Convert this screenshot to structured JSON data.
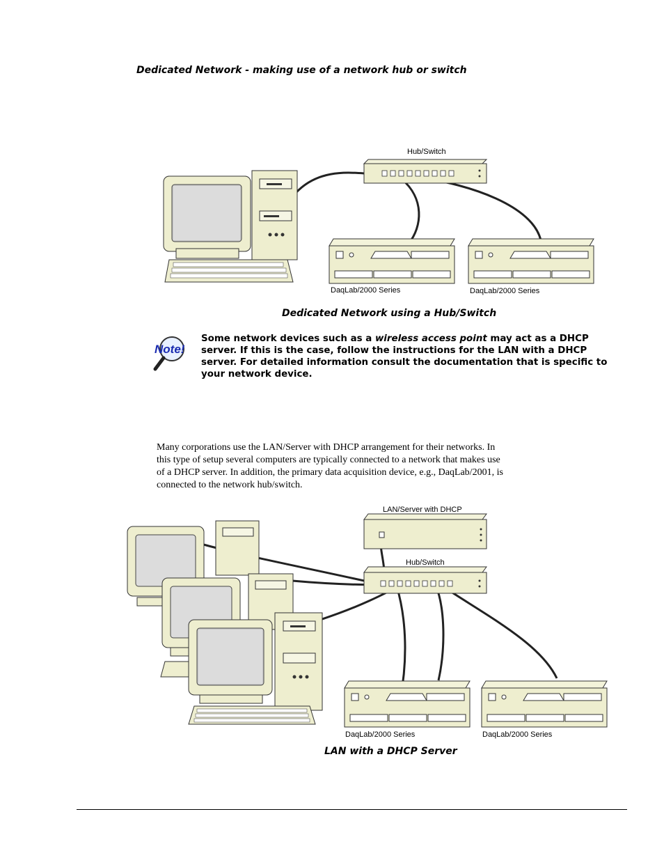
{
  "page": {
    "section_heading": "Dedicated Network - making use of a network hub or switch",
    "figure1": {
      "caption": "Dedicated Network using a Hub/Switch",
      "hub_label": "Hub/Switch",
      "device1_label": "DaqLab/2000 Series",
      "device2_label": "DaqLab/2000 Series"
    },
    "note": {
      "icon_text": "Note!",
      "text_before": "Some network devices such as a ",
      "text_italic": "wireless access point",
      "text_after": " may act as a DHCP server.  If this is the case, follow the instructions for the LAN with a DHCP server.  For detailed information consult the documentation that is specific to your network device."
    },
    "paragraph_lines": [
      "Many corporations use the LAN/Server with DHCP arrangement for their networks.  In",
      "this type of setup several computers are typically connected to a network that makes use",
      "of a DHCP server.  In addition, the primary data acquisition device, e.g., DaqLab/2001, is",
      "connected to the network hub/switch."
    ],
    "figure2": {
      "caption": "LAN with a DHCP Server",
      "server_label": "LAN/Server with DHCP",
      "hub_label": "Hub/Switch",
      "device1_label": "DaqLab/2000 Series",
      "device2_label": "DaqLab/2000 Series"
    }
  }
}
